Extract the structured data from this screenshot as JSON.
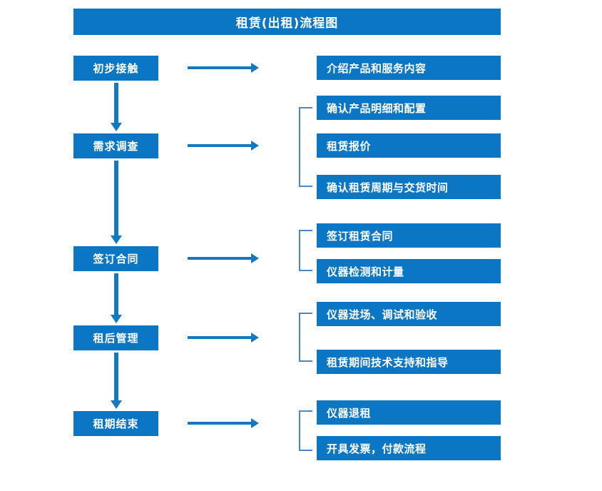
{
  "title": "租赁(出租)流程图",
  "colors": {
    "box_fill": "#0b76c4",
    "box_text": "#ffffff",
    "arrow": "#1479be",
    "bracket": "#4a86c8",
    "background": "#ffffff"
  },
  "stages": [
    {
      "label": "初步接触"
    },
    {
      "label": "需求调查"
    },
    {
      "label": "签订合同"
    },
    {
      "label": "租后管理"
    },
    {
      "label": "租期结束"
    }
  ],
  "details": [
    {
      "label": "介绍产品和服务内容"
    },
    {
      "label": "确认产品明细和配置"
    },
    {
      "label": "租赁报价"
    },
    {
      "label": "确认租赁周期与交货时间"
    },
    {
      "label": "签订租赁合同"
    },
    {
      "label": "仪器检测和计量"
    },
    {
      "label": "仪器进场、调试和验收"
    },
    {
      "label": "租赁期间技术支持和指导"
    },
    {
      "label": "仪器退租"
    },
    {
      "label": "开具发票，付款流程"
    }
  ]
}
